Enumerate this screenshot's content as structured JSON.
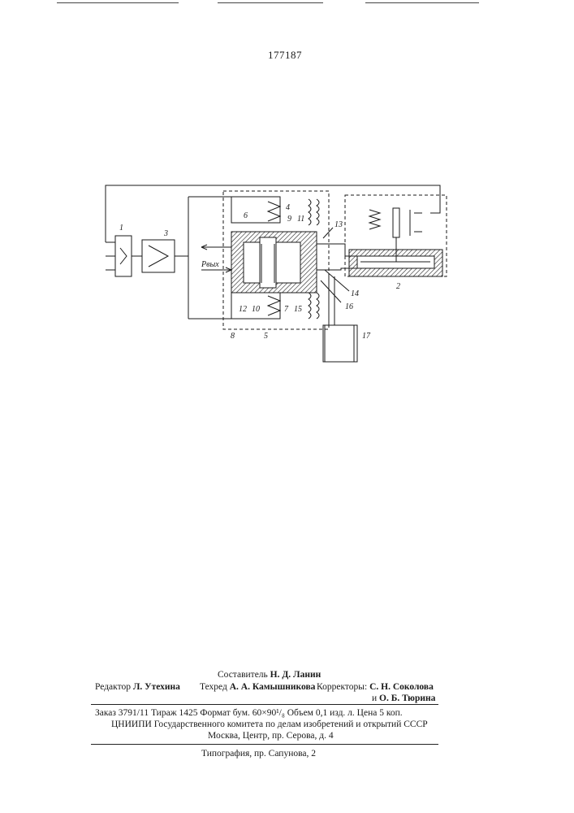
{
  "header": {
    "patent_number": "177187"
  },
  "diagram": {
    "labels": [
      "1",
      "2",
      "3",
      "4",
      "5",
      "6",
      "7",
      "8",
      "9",
      "10",
      "11",
      "12",
      "13",
      "14",
      "15",
      "16",
      "17"
    ],
    "pressure_label": "Pвых"
  },
  "colophon": {
    "compiler_label": "Составитель",
    "compiler_name": "Н. Д. Ланин",
    "editor_label": "Редактор",
    "editor_name": "Л. Утехина",
    "tech_label": "Техред",
    "tech_name": "А. А. Камышникова",
    "correctors_label": "Корректоры:",
    "corrector1": "С. Н. Соколова",
    "corrector2_prefix": "и",
    "corrector2": "О. Б. Тюрина",
    "order_line": "Заказ 3791/11   Тираж 1425   Формат бум. 60×90¹/₈   Объем 0,1 изд. л.   Цена 5 коп.",
    "institute_line": "ЦНИИПИ Государственного комитета по делам изобретений и открытий СССР",
    "address_line": "Москва, Центр, пр. Серова, д. 4",
    "printing_line": "Типография, пр. Сапунова, 2"
  }
}
